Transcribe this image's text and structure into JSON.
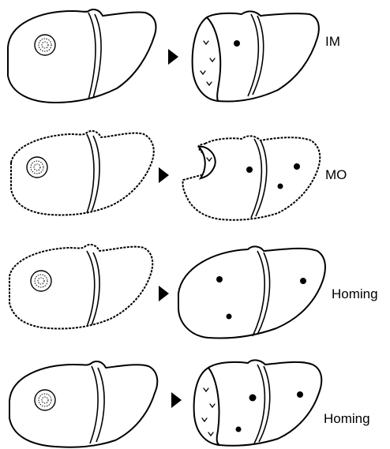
{
  "figure": {
    "rows": [
      {
        "label": "IM"
      },
      {
        "label": "MO"
      },
      {
        "label": "Homing"
      },
      {
        "label": "Homing"
      }
    ]
  }
}
